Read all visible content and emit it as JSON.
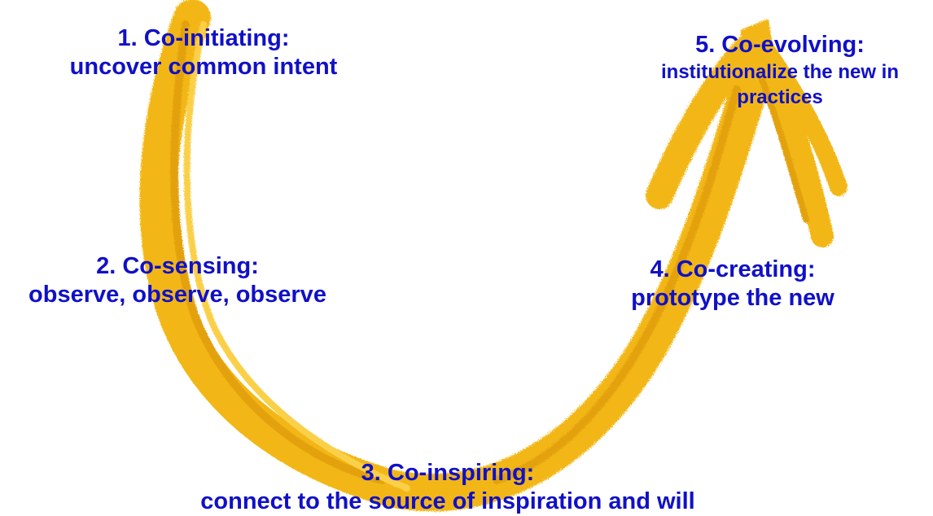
{
  "stages": [
    {
      "title": "1. Co-initiating:",
      "desc": "uncover common intent"
    },
    {
      "title": "2. Co-sensing:",
      "desc": "observe, observe, observe"
    },
    {
      "title": "3. Co-inspiring:",
      "desc": "connect to the source of inspiration and will"
    },
    {
      "title": "4. Co-creating:",
      "desc": "prototype the new"
    },
    {
      "title": "5. Co-evolving:",
      "desc": "institutionalize the new in practices"
    }
  ],
  "colors": {
    "stroke": "#f2b714",
    "stroke_dark": "#e3a20a",
    "text": "#1010c8",
    "background": "#ffffff"
  }
}
